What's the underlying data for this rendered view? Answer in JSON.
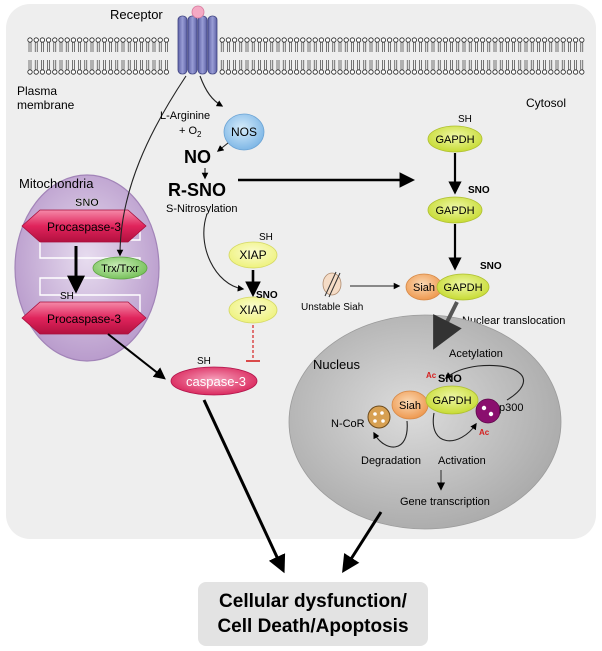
{
  "colors": {
    "cytosol_bg": "#eeeeee",
    "nucleus_bg": "#c4c4c4",
    "mitochondria": "#c3a9d2",
    "procaspase": "#e0245c",
    "trx": "#93cf7c",
    "nos": "#9cc8ee",
    "xiap": "#f0f58c",
    "gapdh": "#d8e84a",
    "siah": "#f3ad6c",
    "caspase": "#e0245c",
    "p300": "#8a0f6e",
    "acetyl_red": "#d52020",
    "inhibit_red": "#d52020"
  },
  "labels": {
    "receptor": "Receptor",
    "plasma_membrane_1": "Plasma",
    "plasma_membrane_2": "membrane",
    "cytosol": "Cytosol",
    "l_arginine": "L-Arginine",
    "o2_plus": "+ O",
    "o2_sub": "2",
    "nos": "NOS",
    "no": "NO",
    "rsno": "R-SNO",
    "s_nitrosylation": "S-Nitrosylation",
    "mitochondria": "Mitochondria",
    "procaspase_top": "Procaspase-3",
    "procaspase_bottom": "Procaspase-3",
    "sno_mito": "SNO",
    "sh_mito": "SH",
    "trx": "Trx/Trxr",
    "xiap_top": "XIAP",
    "xiap_bottom": "XIAP",
    "sh_xiap": "SH",
    "sno_xiap": "SNO",
    "caspase3": "caspase-3",
    "sh_caspase": "SH",
    "gapdh_1": "GAPDH",
    "sh_gapdh": "SH",
    "gapdh_2": "GAPDH",
    "sno_gapdh_2": "SNO",
    "gapdh_3": "GAPDH",
    "sno_gapdh_3": "SNO",
    "siah_cyto": "Siah",
    "unstable_siah": "Unstable Siah",
    "nuclear_translocation": "Nuclear translocation",
    "nucleus": "Nucleus",
    "acetylation": "Acetylation",
    "ac_1": "Ac",
    "ac_2": "Ac",
    "sno_nucleus": "SNO",
    "gapdh_nucleus": "GAPDH",
    "siah_nucleus": "Siah",
    "p300": "p300",
    "ncor": "N-CoR",
    "degradation": "Degradation",
    "activation": "Activation",
    "gene_transcription": "Gene transcription",
    "outcome_line1": "Cellular dysfunction/",
    "outcome_line2": "Cell Death/Apoptosis"
  }
}
